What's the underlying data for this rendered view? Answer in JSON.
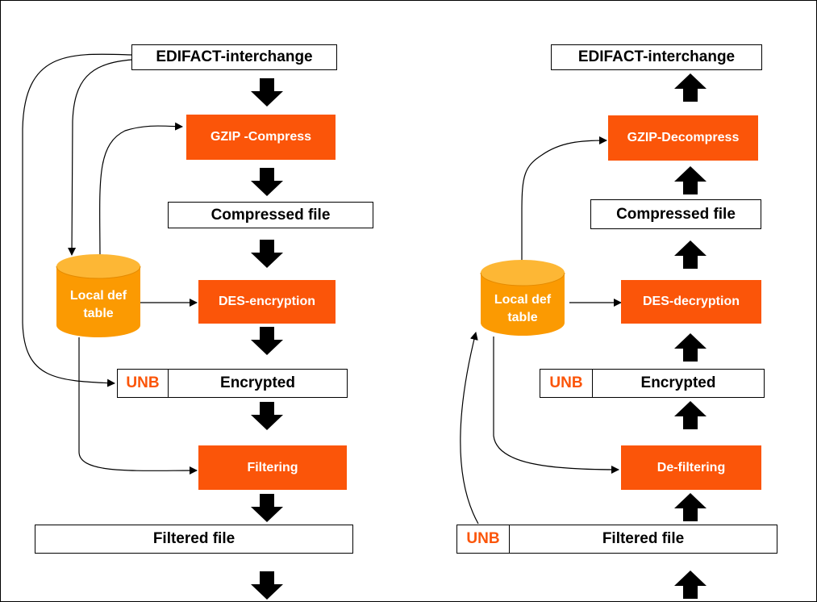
{
  "left": {
    "interchange": "EDIFACT-interchange",
    "compress": "GZIP -Compress",
    "compressed": "Compressed file",
    "encrypt": "DES-encryption",
    "unb": "UNB",
    "encrypted": "Encrypted",
    "filter": "Filtering",
    "filtered": "Filtered file",
    "table_line1": "Local def",
    "table_line2": "table"
  },
  "right": {
    "interchange": "EDIFACT-interchange",
    "decompress": "GZIP-Decompress",
    "compressed": "Compressed file",
    "decrypt": "DES-decryption",
    "unb": "UNB",
    "encrypted": "Encrypted",
    "defilter": "De-filtering",
    "unb2": "UNB",
    "filtered": "Filtered file",
    "table_line1": "Local def",
    "table_line2": "table"
  },
  "colors": {
    "process": "#fb5509",
    "table": "#fb9a02",
    "table_top": "#fdb735",
    "arrow": "#000000"
  }
}
